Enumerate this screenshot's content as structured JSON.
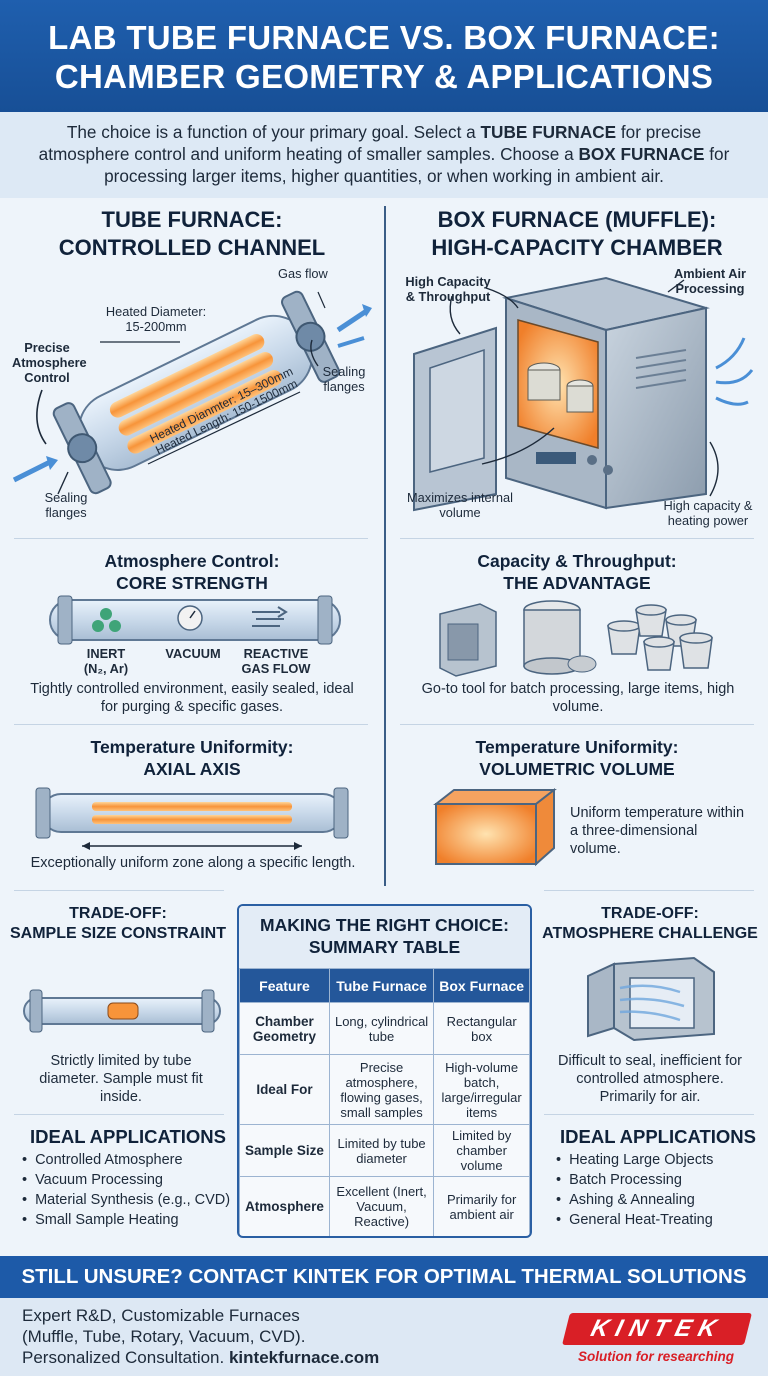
{
  "header": {
    "line1": "LAB TUBE FURNACE VS. BOX FURNACE:",
    "line2": "CHAMBER GEOMETRY & APPLICATIONS"
  },
  "intro": {
    "p1": "The choice is a function of your primary goal. Select a ",
    "tube": "TUBE FURNACE",
    "p2": " for precise atmosphere control and uniform heating of smaller samples. Choose a ",
    "box": "BOX FURNACE",
    "p3": " for processing larger items, higher quantities, or when working in ambient air."
  },
  "tube_section": {
    "title1": "TUBE FURNACE:",
    "title2": "CONTROLLED CHANNEL",
    "gas_flow": "Gas flow",
    "heated_diameter": "Heated Diameter:",
    "heated_diameter_value": "15-200mm",
    "precise_atmosphere": "Precise Atmosphere Control",
    "sealing_right": "Sealing flanges",
    "sealing_left": "Sealing flanges",
    "dim1": "Heated Dianmter: 15–300mm",
    "dim2": "Heated Length: 150-1500mm"
  },
  "box_section": {
    "title1": "BOX FURNACE (MUFFLE):",
    "title2": "HIGH-CAPACITY CHAMBER",
    "high_capacity": "High Capacity & Throughput",
    "ambient_air": "Ambient Air Processing",
    "maximizes": "Maximizes internal volume",
    "heating_power": "High capacity & heating power"
  },
  "atmosphere": {
    "title1": "Atmosphere Control:",
    "title2": "CORE STRENGTH",
    "inert": "INERT",
    "inert_sub": "(N₂, Ar)",
    "vacuum": "VACUUM",
    "reactive": "REACTIVE",
    "reactive_sub": "GAS FLOW",
    "caption": "Tightly controlled environment, easily sealed, ideal for purging & specific gases."
  },
  "capacity": {
    "title1": "Capacity & Throughput:",
    "title2": "THE ADVANTAGE",
    "caption": "Go-to tool for batch processing, large items, high volume."
  },
  "uniform_tube": {
    "title1": "Temperature Uniformity:",
    "title2": "AXIAL AXIS",
    "caption": "Exceptionally uniform zone along a specific length."
  },
  "uniform_box": {
    "title1": "Temperature Uniformity:",
    "title2": "VOLUMETRIC VOLUME",
    "caption": "Uniform temperature within a three-dimensional volume."
  },
  "tradeoff_left": {
    "title1": "TRADE-OFF:",
    "title2": "SAMPLE SIZE CONSTRAINT",
    "caption": "Strictly limited by tube diameter. Sample must fit inside."
  },
  "tradeoff_right": {
    "title1": "TRADE-OFF:",
    "title2": "ATMOSPHERE CHALLENGE",
    "caption": "Difficult to seal, inefficient for controlled atmosphere. Primarily for air."
  },
  "apps_left": {
    "title": "IDEAL APPLICATIONS",
    "items": [
      "Controlled Atmosphere",
      "Vacuum Processing",
      "Material Synthesis (e.g., CVD)",
      "Small Sample Heating"
    ]
  },
  "apps_right": {
    "title": "IDEAL APPLICATIONS",
    "items": [
      "Heating Large Objects",
      "Batch Processing",
      "Ashing & Annealing",
      "General Heat-Treating"
    ]
  },
  "table": {
    "title1": "MAKING THE RIGHT CHOICE:",
    "title2": "SUMMARY TABLE",
    "headers": [
      "Feature",
      "Tube Furnace",
      "Box Furnace"
    ],
    "rows": [
      [
        "Chamber Geometry",
        "Long, cylindrical tube",
        "Rectangular box"
      ],
      [
        "Ideal For",
        "Precise atmosphere, flowing gases, small samples",
        "High-volume batch, large/irregular items"
      ],
      [
        "Sample Size",
        "Limited by tube diameter",
        "Limited by chamber volume"
      ],
      [
        "Atmosphere",
        "Excellent (Inert, Vacuum, Reactive)",
        "Primarily for ambient air"
      ]
    ]
  },
  "footer": {
    "bar": "STILL UNSURE? CONTACT KINTEK FOR OPTIMAL THERMAL SOLUTIONS",
    "line1": "Expert R&D, Customizable Furnaces",
    "line2": "(Muffle, Tube, Rotary, Vacuum, CVD).",
    "line3a": "Personalized Consultation. ",
    "line3b": "kintekfurnace.com",
    "logo": "KINTEK",
    "slogan": "Solution for researching"
  },
  "colors": {
    "header_blue": "#1f5fae",
    "heat_orange": "#f7943a",
    "brand_red": "#d91f26"
  }
}
